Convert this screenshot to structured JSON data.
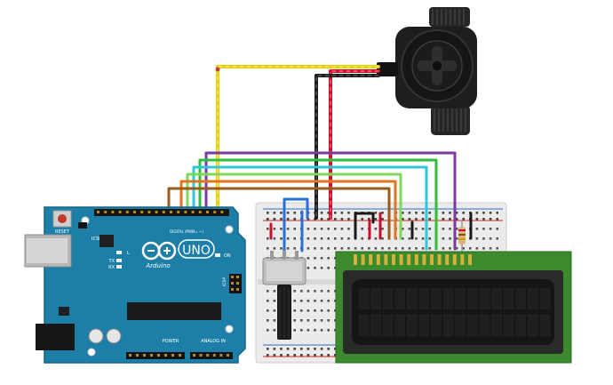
{
  "arduino": {
    "brand": "Arduino",
    "model": "UNO",
    "reset_label": "RESET",
    "icsp2_label": "ICSP2",
    "led_l": "L",
    "led_tx": "TX",
    "led_rx": "RX",
    "on_label": "ON",
    "digital_label": "DIGITAL (PWM= ~)",
    "power_label": "POWER",
    "analog_label": "ANALOG IN",
    "icsp_label": "ICSP"
  },
  "wire_colors": {
    "yellow": "#f2d600",
    "red": "#c8102e",
    "black": "#1a1a1a",
    "green": "#2fbf3a",
    "cyan": "#2ec8d8",
    "purple": "#7a3aa0",
    "orange": "#e0761f",
    "brown": "#9a5a1a",
    "blue": "#2a6fd6"
  },
  "colors": {
    "board": "#1d7fa8",
    "lcd_pcb": "#3c8a2e",
    "lcd_screen": "#1b1b1b",
    "breadboard": "#e9e9e9"
  }
}
